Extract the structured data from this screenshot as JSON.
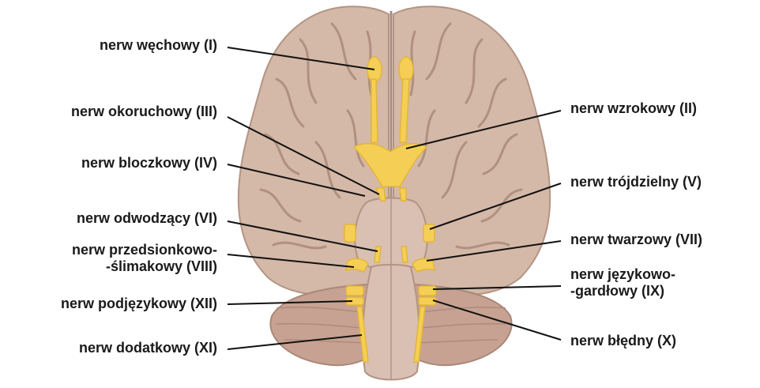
{
  "colors": {
    "brain": "#d4b8a8",
    "brain_shadow": "#bc9e8d",
    "brain_fold": "#a88878",
    "cerebellum": "#c7a293",
    "stem": "#d9c0b2",
    "nerve": "#f5cf55",
    "nerve_dark": "#e3b53a",
    "leader": "#111111",
    "text": "#1a1a1a"
  },
  "labels": {
    "olfactory": "nerw węchowy (I)",
    "oculomotor": "nerw okoruchowy (III)",
    "trochlear": "nerw bloczkowy (IV)",
    "abducens": "nerw odwodzący (VI)",
    "vestibulocochlear_1": "nerw przedsionkowo-",
    "vestibulocochlear_2": "-ślimakowy (VIII)",
    "hypoglossal": "nerw podjęzykowy (XII)",
    "accessory": "nerw dodatkowy (XI)",
    "optic": "nerw wzrokowy (II)",
    "trigeminal": "nerw trójdzielny (V)",
    "facial": "nerw twarzowy (VII)",
    "glossopharyngeal_1": "nerw językowo-",
    "glossopharyngeal_2": "-gardłowy (IX)",
    "vagus": "nerw błędny (X)"
  }
}
